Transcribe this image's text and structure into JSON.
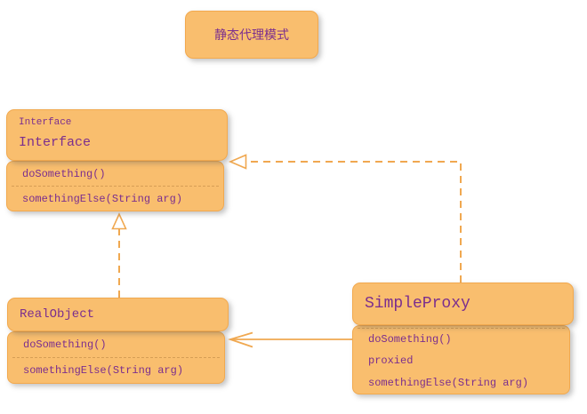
{
  "diagram": {
    "title_card": {
      "label": "静态代理模式"
    },
    "classes": {
      "interface": {
        "stereotype": "Interface",
        "name": "Interface",
        "members": [
          "doSomething()",
          "somethingElse(String arg)"
        ]
      },
      "realobject": {
        "name": "RealObject",
        "members": [
          "doSomething()",
          "somethingElse(String arg)"
        ]
      },
      "simpleproxy": {
        "name": "SimpleProxy",
        "members": [
          "doSomething()",
          "proxied",
          "somethingElse(String arg)"
        ]
      }
    },
    "relations": [
      {
        "from": "RealObject",
        "to": "Interface",
        "kind": "realization",
        "line": "dashed",
        "arrowhead": "hollow-triangle"
      },
      {
        "from": "SimpleProxy",
        "to": "Interface",
        "kind": "realization",
        "line": "dashed",
        "arrowhead": "hollow-triangle"
      },
      {
        "from": "SimpleProxy",
        "to": "RealObject",
        "kind": "association",
        "line": "solid",
        "arrowhead": "open"
      }
    ],
    "colors": {
      "box_fill": "#F9BE6E",
      "box_border": "#F2A94E",
      "connector": "#F0A850",
      "arrowhead_fill": "#FFFFFF",
      "text": "#7B2E8E",
      "background": "#FFFFFF"
    }
  }
}
